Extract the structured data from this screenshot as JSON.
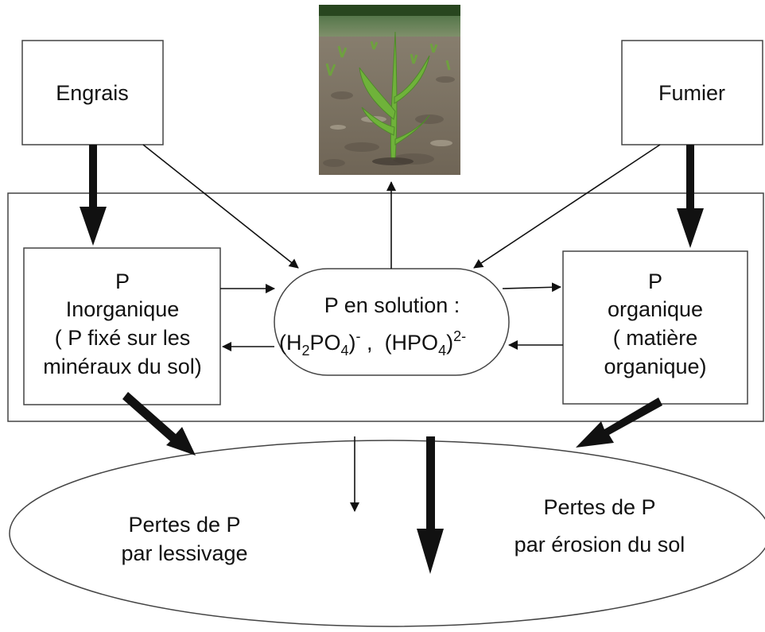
{
  "source_boxes": {
    "engrais": "Engrais",
    "fumier": "Fumier"
  },
  "inorganic_box": {
    "line1": "P",
    "line2": "Inorganique",
    "line3": "( P fixé sur les",
    "line4": "minéraux du sol)"
  },
  "solution": {
    "title": "P en solution :",
    "formula1_open": "(H",
    "formula1_sub1": "2",
    "formula1_mid": "PO",
    "formula1_sub2": "4",
    "formula1_close": ")",
    "formula1_sup": "-",
    "separator": " ,  ",
    "formula2_open": "(HPO",
    "formula2_sub": "4",
    "formula2_close": ")",
    "formula2_sup": "2-"
  },
  "organic_box": {
    "line1": "P",
    "line2": "organique",
    "line3": "( matière",
    "line4": "organique)"
  },
  "losses": {
    "leaching_line1": "Pertes de P",
    "leaching_line2": "par lessivage",
    "erosion_line1": "Pertes de P",
    "erosion_line2": "par érosion du sol"
  },
  "colors": {
    "stroke": "#444444",
    "arrow": "#111111",
    "background": "#ffffff"
  },
  "icons": {
    "crop": "corn-seedling-photo"
  }
}
